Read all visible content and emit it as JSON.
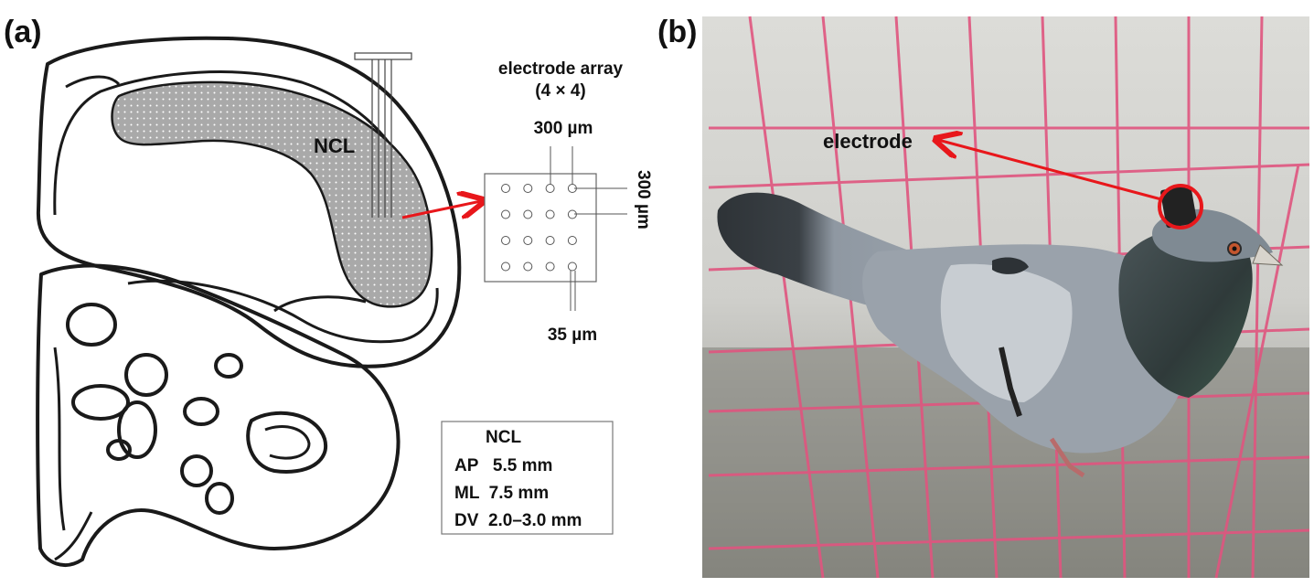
{
  "panel_a": {
    "label": "(a)",
    "region_label": "NCL",
    "array_title_line1": "electrode array",
    "array_title_line2": "(4 × 4)",
    "array_rows": 4,
    "array_cols": 4,
    "spacing_top_label": "300 µm",
    "spacing_side_label": "300 µm",
    "diameter_label": "35 µm",
    "coordinates": {
      "title": "NCL",
      "ap": "AP   5.5 mm",
      "ml": "ML  7.5 mm",
      "dv": "DV  2.0–3.0 mm"
    }
  },
  "panel_b": {
    "label": "(b)",
    "electrode_label": "electrode"
  },
  "colors": {
    "arrow": "#e8171b",
    "outline": "#1a1a1a",
    "region_fill": "#a9a9a9",
    "cage": "#e0557f",
    "pigeon_body": "#9aa2ab",
    "pigeon_neck": "#3f4a4c"
  }
}
